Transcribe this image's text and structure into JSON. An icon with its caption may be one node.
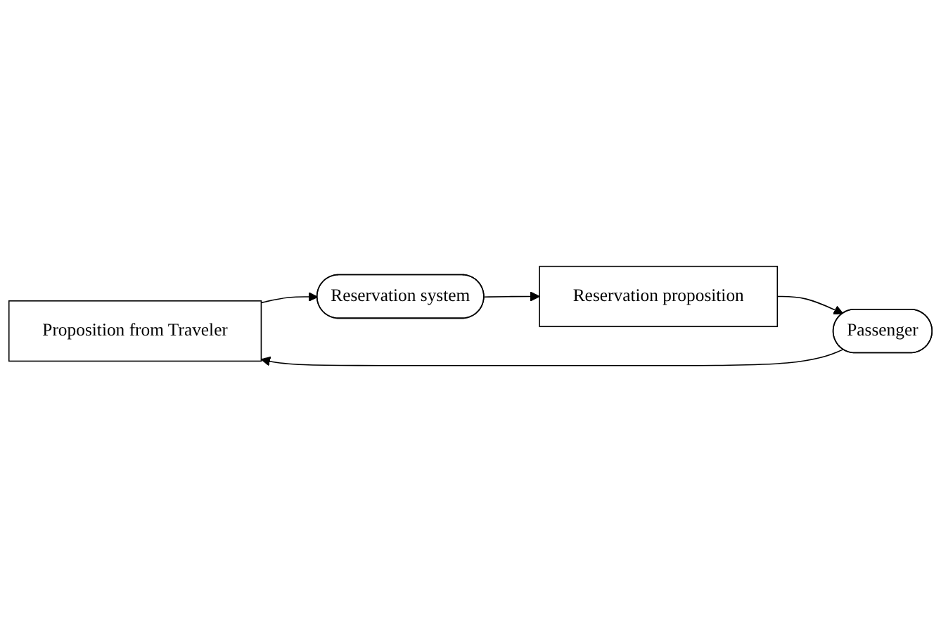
{
  "diagram": {
    "nodes": [
      {
        "text": [
          "Proposition from Traveler"
        ]
      },
      {
        "text": [
          "Reservation system"
        ]
      },
      {
        "text": [
          "Reservation proposition"
        ]
      },
      {
        "text": [
          "Passenger"
        ]
      }
    ],
    "edges": [
      {
        "from": 3,
        "to": 0,
        "arrow": "to"
      },
      {
        "from": 0,
        "to": 1,
        "arrow": "to"
      },
      {
        "from": 1,
        "to": 2,
        "arrow": "to"
      },
      {
        "from": 2,
        "to": 3,
        "arrow": "to"
      }
    ]
  }
}
